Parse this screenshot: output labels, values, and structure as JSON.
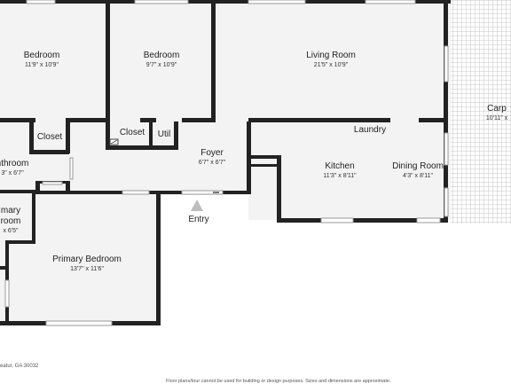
{
  "rooms": {
    "bedroom_1": {
      "name": "Bedroom",
      "dim": "11'9\" x 10'9\""
    },
    "bedroom_2": {
      "name": "Bedroom",
      "dim": "9'7\" x 10'9\""
    },
    "living_room": {
      "name": "Living Room",
      "dim": "21'5\" x 10'9\""
    },
    "carport": {
      "name": "Carp",
      "dim": "10'11\" x"
    },
    "closet_1": {
      "name": "Closet"
    },
    "closet_2": {
      "name": "Closet"
    },
    "utility": {
      "name": "Util"
    },
    "laundry": {
      "name": "Laundry"
    },
    "foyer": {
      "name": "Foyer",
      "dim": "6'7\" x 6'7\""
    },
    "kitchen": {
      "name": "Kitchen",
      "dim": "11'3\" x 8'11\""
    },
    "dining_room": {
      "name": "Dining Room",
      "dim": "4'3\" x 8'11\""
    },
    "bathroom": {
      "name": "nthroom",
      "dim": "3\" x 6'7\""
    },
    "primary_bathroom": {
      "name_line1": "mary",
      "name_line2": "room",
      "dim": "x 6'5\""
    },
    "primary_bedroom": {
      "name": "Primary Bedroom",
      "dim": "13'7\" x 11'6\""
    }
  },
  "entry": {
    "label": "Entry"
  },
  "footer": {
    "address": "eatur, GA 30032",
    "disclaimer": "Floor plans/tour cannot be used for building or design purposes. Sizes and dimensions are approximate."
  }
}
